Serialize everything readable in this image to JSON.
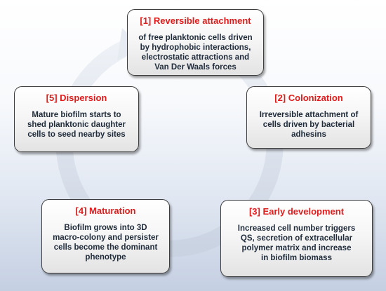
{
  "colors": {
    "title": "#e01b1b",
    "body_text": "#1f2b3a",
    "cycle_arrow": "#d5dce8"
  },
  "icons": {
    "cycle": "circular-arrow"
  },
  "stages": [
    {
      "title": "[1] Reversible attachment",
      "lines": [
        "of free planktonic cells driven",
        "by hydrophobic interactions,",
        "electrostatic attractions and",
        "Van Der Waals forces"
      ]
    },
    {
      "title": "[2] Colonization",
      "lines": [
        "Irreversible attachment of",
        "cells driven by bacterial",
        "adhesins"
      ]
    },
    {
      "title": "[3] Early development",
      "lines": [
        "Increased cell number triggers",
        "QS, secretion of extracellular",
        "polymer matrix and increase",
        "in biofilm biomass"
      ]
    },
    {
      "title": "[4] Maturation",
      "lines": [
        "Biofilm grows into 3D",
        "macro-colony and persister",
        "cells become the dominant",
        "phenotype"
      ]
    },
    {
      "title": "[5] Dispersion",
      "lines": [
        "Mature biofilm starts to",
        "shed planktonic daughter",
        "cells to seed nearby sites"
      ]
    }
  ]
}
